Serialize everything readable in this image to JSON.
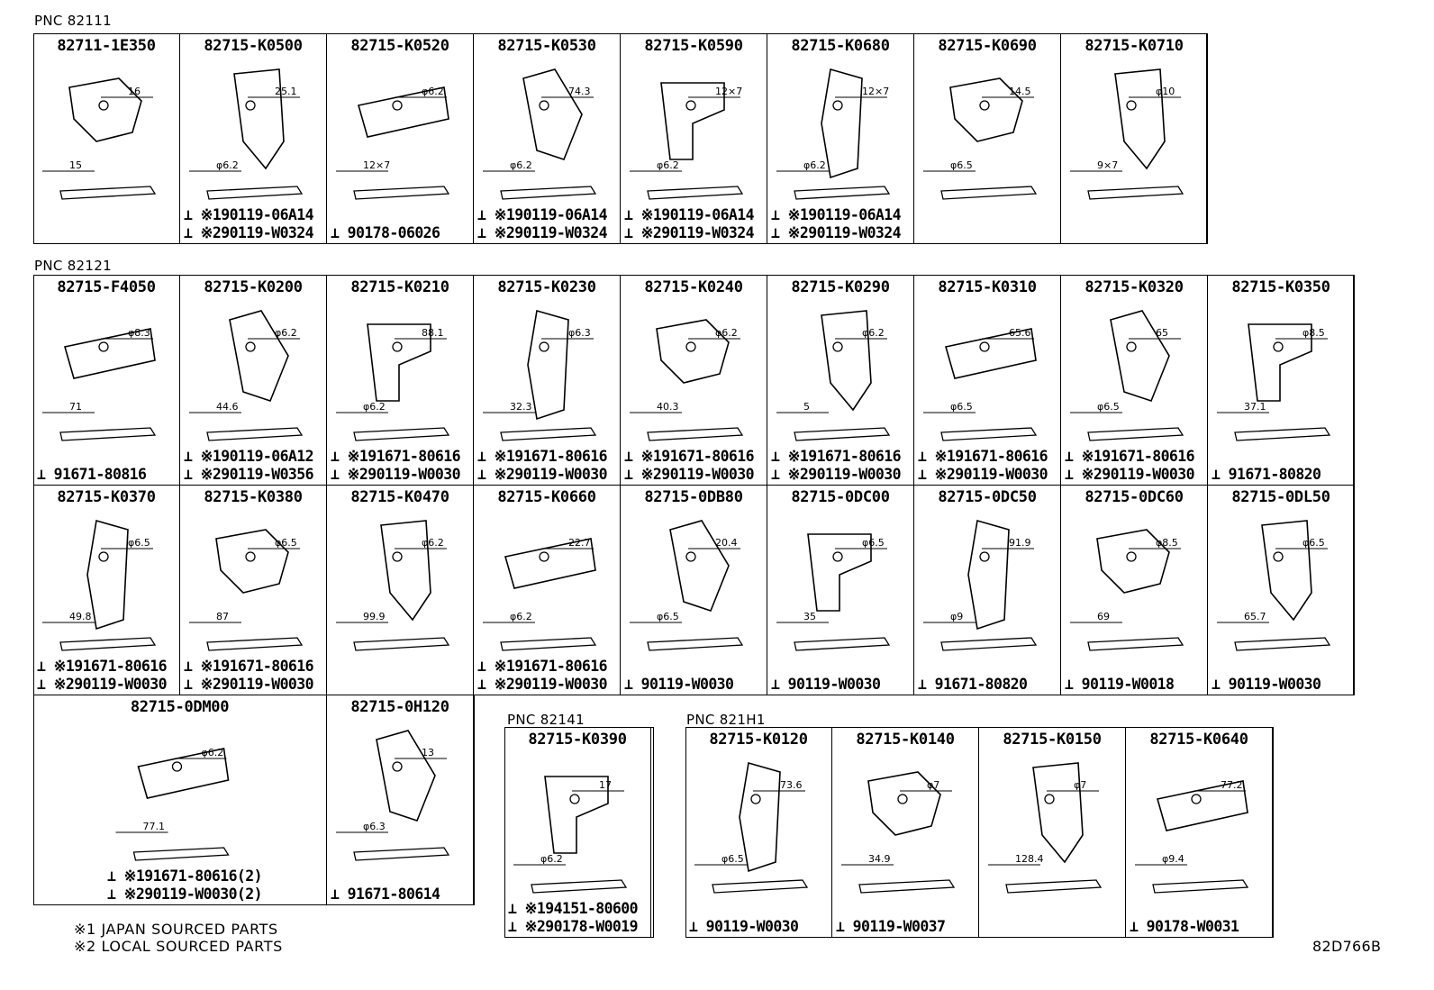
{
  "groups": {
    "g82111": {
      "label": "PNC 82111"
    },
    "g82121": {
      "label": "PNC 82121"
    },
    "g82141": {
      "label": "PNC 82141"
    },
    "g821H1": {
      "label": "PNC 821H1"
    }
  },
  "parts": {
    "p1": {
      "number": "82711-1E350",
      "dims": [
        "16",
        "15"
      ],
      "fasteners": []
    },
    "p2": {
      "number": "82715-K0500",
      "dims": [
        "25.1",
        "φ6.2"
      ],
      "fasteners": [
        "※190119-06A14",
        "※290119-W0324"
      ]
    },
    "p3": {
      "number": "82715-K0520",
      "dims": [
        "φ6.2",
        "12×7"
      ],
      "fasteners": [
        "90178-06026"
      ]
    },
    "p4": {
      "number": "82715-K0530",
      "dims": [
        "74.3",
        "φ6.2"
      ],
      "fasteners": [
        "※190119-06A14",
        "※290119-W0324"
      ]
    },
    "p5": {
      "number": "82715-K0590",
      "dims": [
        "12×7",
        "φ6.2"
      ],
      "fasteners": [
        "※190119-06A14",
        "※290119-W0324"
      ]
    },
    "p6": {
      "number": "82715-K0680",
      "dims": [
        "12×7",
        "φ6.2"
      ],
      "fasteners": [
        "※190119-06A14",
        "※290119-W0324"
      ]
    },
    "p7": {
      "number": "82715-K0690",
      "dims": [
        "14.5",
        "φ6.5"
      ],
      "fasteners": []
    },
    "p8": {
      "number": "82715-K0710",
      "dims": [
        "φ10",
        "9×7"
      ],
      "fasteners": []
    },
    "q1": {
      "number": "82715-F4050",
      "dims": [
        "φ8.3",
        "71"
      ],
      "fasteners": [
        "91671-80816"
      ]
    },
    "q2": {
      "number": "82715-K0200",
      "dims": [
        "φ6.2",
        "44.6"
      ],
      "fasteners": [
        "※190119-06A12",
        "※290119-W0356"
      ]
    },
    "q3": {
      "number": "82715-K0210",
      "dims": [
        "88.1",
        "φ6.2"
      ],
      "fasteners": [
        "※191671-80616",
        "※290119-W0030"
      ]
    },
    "q4": {
      "number": "82715-K0230",
      "dims": [
        "φ6.3",
        "32.3"
      ],
      "fasteners": [
        "※191671-80616",
        "※290119-W0030"
      ]
    },
    "q5": {
      "number": "82715-K0240",
      "dims": [
        "φ6.2",
        "40.3"
      ],
      "fasteners": [
        "※191671-80616",
        "※290119-W0030"
      ]
    },
    "q6": {
      "number": "82715-K0290",
      "dims": [
        "φ6.2",
        "5"
      ],
      "fasteners": [
        "※191671-80616",
        "※290119-W0030"
      ]
    },
    "q7": {
      "number": "82715-K0310",
      "dims": [
        "65.6",
        "φ6.5"
      ],
      "fasteners": [
        "※191671-80616",
        "※290119-W0030"
      ]
    },
    "q8": {
      "number": "82715-K0320",
      "dims": [
        "65",
        "φ6.5"
      ],
      "fasteners": [
        "※191671-80616",
        "※290119-W0030"
      ]
    },
    "q9": {
      "number": "82715-K0350",
      "dims": [
        "φ8.5",
        "37.1"
      ],
      "fasteners": [
        "91671-80820"
      ]
    },
    "r1": {
      "number": "82715-K0370",
      "dims": [
        "φ6.5",
        "49.8"
      ],
      "fasteners": [
        "※191671-80616",
        "※290119-W0030"
      ]
    },
    "r2": {
      "number": "82715-K0380",
      "dims": [
        "φ6.5",
        "87"
      ],
      "fasteners": [
        "※191671-80616",
        "※290119-W0030"
      ]
    },
    "r3": {
      "number": "82715-K0470",
      "dims": [
        "φ6.2",
        "99.9"
      ],
      "fasteners": []
    },
    "r4": {
      "number": "82715-K0660",
      "dims": [
        "22.7",
        "φ6.2"
      ],
      "fasteners": [
        "※191671-80616",
        "※290119-W0030"
      ]
    },
    "r5": {
      "number": "82715-0DB80",
      "dims": [
        "20.4",
        "φ6.5"
      ],
      "fasteners": [
        "90119-W0030"
      ]
    },
    "r6": {
      "number": "82715-0DC00",
      "dims": [
        "φ6.5",
        "35"
      ],
      "fasteners": [
        "90119-W0030"
      ]
    },
    "r7": {
      "number": "82715-0DC50",
      "dims": [
        "91.9",
        "φ9"
      ],
      "fasteners": [
        "91671-80820"
      ]
    },
    "r8": {
      "number": "82715-0DC60",
      "dims": [
        "φ8.5",
        "69"
      ],
      "fasteners": [
        "90119-W0018"
      ]
    },
    "r9": {
      "number": "82715-0DL50",
      "dims": [
        "φ6.5",
        "65.7"
      ],
      "fasteners": [
        "90119-W0030"
      ]
    },
    "s1": {
      "number": "82715-0DM00",
      "dims": [
        "φ6.2",
        "77.1"
      ],
      "fasteners": [
        "※191671-80616(2)",
        "※290119-W0030(2)"
      ]
    },
    "s2": {
      "number": "82715-0H120",
      "dims": [
        "13",
        "φ6.3"
      ],
      "fasteners": [
        "91671-80614"
      ]
    },
    "t1": {
      "number": "82715-K0390",
      "dims": [
        "17",
        "φ6.2"
      ],
      "fasteners": [
        "※194151-80600",
        "※290178-W0019"
      ]
    },
    "u1": {
      "number": "82715-K0120",
      "dims": [
        "73.6",
        "φ6.5"
      ],
      "fasteners": [
        "90119-W0030"
      ]
    },
    "u2": {
      "number": "82715-K0140",
      "dims": [
        "φ7",
        "34.9"
      ],
      "fasteners": [
        "90119-W0037"
      ]
    },
    "u3": {
      "number": "82715-K0150",
      "dims": [
        "φ7",
        "128.4"
      ],
      "fasteners": []
    },
    "u4": {
      "number": "82715-K0640",
      "dims": [
        "77.2",
        "φ9.4"
      ],
      "fasteners": [
        "90178-W0031"
      ]
    }
  },
  "notes": {
    "n1": "※1 JAPAN SOURCED PARTS",
    "n2": "※2 LOCAL SOURCED PARTS"
  },
  "drawing_code": "82D766B"
}
